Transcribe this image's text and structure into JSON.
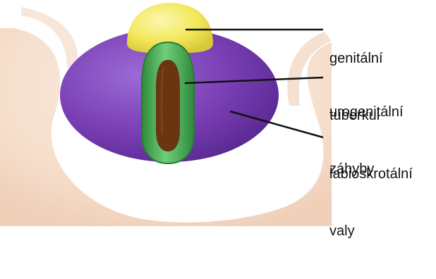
{
  "labels": {
    "tubercle": {
      "line1": "genitální",
      "line2": "tuberkul"
    },
    "folds": {
      "line1": "urogenitální",
      "line2": "záhyby"
    },
    "swellings": {
      "line1": "labioskrotální",
      "line2": "valy"
    }
  },
  "colors": {
    "skin": "#f7e2d2",
    "swelling": "#7a3fb5",
    "fold": "#3fa94f",
    "groove": "#6b3512",
    "tubercle": "#f3e85a",
    "leader": "#111111"
  }
}
